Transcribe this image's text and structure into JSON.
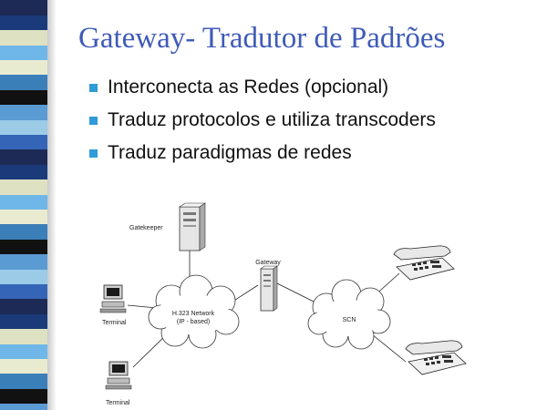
{
  "slide": {
    "title": "Gateway- Tradutor de Padrões",
    "bullets": [
      "Interconecta as Redes (opcional)",
      "Traduz protocolos e utiliza transcoders",
      "Traduz paradigmas de redes"
    ]
  },
  "diagram": {
    "gatekeeper_label": "Gatekeeper",
    "gateway_label": "Gateway",
    "network_label_line1": "H.323 Network",
    "network_label_line2": "(IP - based)",
    "scn_label": "SCN",
    "terminal_label_1": "Terminal",
    "terminal_label_2": "Terminal"
  },
  "colors": {
    "title": "#3f5bb8",
    "bullet_marker": "#2f9bd8",
    "stripe": [
      "#1d2a55",
      "#6fb7e8",
      "#111111",
      "#3565b6",
      "#dfe2c2",
      "#3b7fb9",
      "#9bcbe6",
      "#1a3a7a",
      "#e8ebd0",
      "#5b9bd4"
    ]
  }
}
